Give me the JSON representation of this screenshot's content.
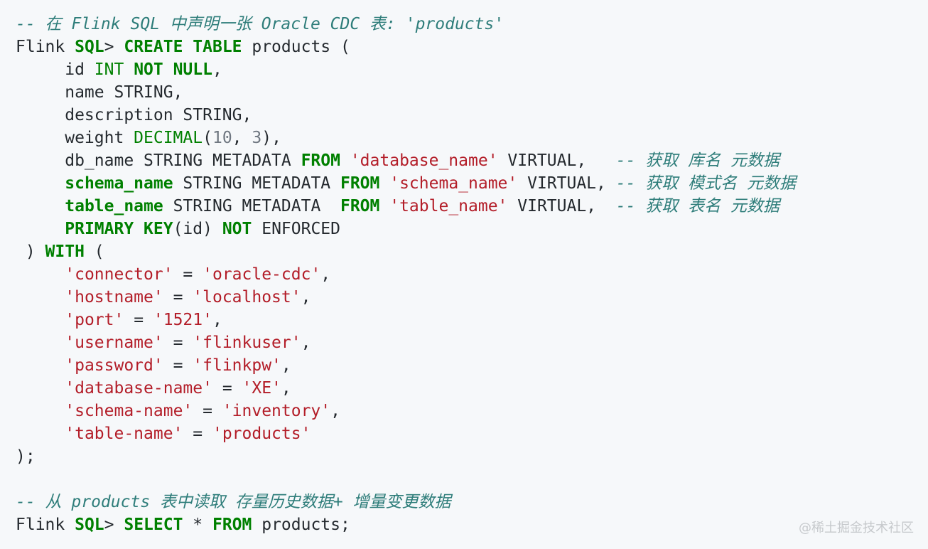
{
  "code": {
    "lines": [
      [
        [
          "comm",
          "-- 在 Flink SQL 中声明一张 Oracle CDC 表: 'products'"
        ]
      ],
      [
        [
          "plain",
          "Flink "
        ],
        [
          "kw",
          "SQL"
        ],
        [
          "plain",
          "> "
        ],
        [
          "kw",
          "CREATE TABLE"
        ],
        [
          "plain",
          " products ("
        ]
      ],
      [
        [
          "plain",
          "     id "
        ],
        [
          "kwn",
          "INT"
        ],
        [
          "plain",
          " "
        ],
        [
          "kw",
          "NOT NULL"
        ],
        [
          "plain",
          ","
        ]
      ],
      [
        [
          "plain",
          "     name STRING,"
        ]
      ],
      [
        [
          "plain",
          "     description STRING,"
        ]
      ],
      [
        [
          "plain",
          "     weight "
        ],
        [
          "kwn",
          "DECIMAL"
        ],
        [
          "plain",
          "("
        ],
        [
          "num",
          "10"
        ],
        [
          "plain",
          ", "
        ],
        [
          "num",
          "3"
        ],
        [
          "plain",
          "),"
        ]
      ],
      [
        [
          "plain",
          "     db_name STRING METADATA "
        ],
        [
          "kw",
          "FROM"
        ],
        [
          "plain",
          " "
        ],
        [
          "str",
          "'database_name'"
        ],
        [
          "plain",
          " VIRTUAL,   "
        ],
        [
          "comm",
          "-- 获取 库名 元数据"
        ]
      ],
      [
        [
          "plain",
          "     "
        ],
        [
          "bold",
          "schema_name"
        ],
        [
          "plain",
          " STRING METADATA "
        ],
        [
          "kw",
          "FROM"
        ],
        [
          "plain",
          " "
        ],
        [
          "str",
          "'schema_name'"
        ],
        [
          "plain",
          " VIRTUAL, "
        ],
        [
          "comm",
          "-- 获取 模式名 元数据"
        ]
      ],
      [
        [
          "plain",
          "     "
        ],
        [
          "bold",
          "table_name"
        ],
        [
          "plain",
          " STRING METADATA  "
        ],
        [
          "kw",
          "FROM"
        ],
        [
          "plain",
          " "
        ],
        [
          "str",
          "'table_name'"
        ],
        [
          "plain",
          " VIRTUAL,  "
        ],
        [
          "comm",
          "-- 获取 表名 元数据"
        ]
      ],
      [
        [
          "plain",
          "     "
        ],
        [
          "kw",
          "PRIMARY KEY"
        ],
        [
          "plain",
          "(id) "
        ],
        [
          "kw",
          "NOT"
        ],
        [
          "plain",
          " ENFORCED"
        ]
      ],
      [
        [
          "plain",
          " ) "
        ],
        [
          "kw",
          "WITH"
        ],
        [
          "plain",
          " ("
        ]
      ],
      [
        [
          "plain",
          "     "
        ],
        [
          "str",
          "'connector'"
        ],
        [
          "plain",
          " = "
        ],
        [
          "str",
          "'oracle-cdc'"
        ],
        [
          "plain",
          ","
        ]
      ],
      [
        [
          "plain",
          "     "
        ],
        [
          "str",
          "'hostname'"
        ],
        [
          "plain",
          " = "
        ],
        [
          "str",
          "'localhost'"
        ],
        [
          "plain",
          ","
        ]
      ],
      [
        [
          "plain",
          "     "
        ],
        [
          "str",
          "'port'"
        ],
        [
          "plain",
          " = "
        ],
        [
          "str",
          "'1521'"
        ],
        [
          "plain",
          ","
        ]
      ],
      [
        [
          "plain",
          "     "
        ],
        [
          "str",
          "'username'"
        ],
        [
          "plain",
          " = "
        ],
        [
          "str",
          "'flinkuser'"
        ],
        [
          "plain",
          ","
        ]
      ],
      [
        [
          "plain",
          "     "
        ],
        [
          "str",
          "'password'"
        ],
        [
          "plain",
          " = "
        ],
        [
          "str",
          "'flinkpw'"
        ],
        [
          "plain",
          ","
        ]
      ],
      [
        [
          "plain",
          "     "
        ],
        [
          "str",
          "'database-name'"
        ],
        [
          "plain",
          " = "
        ],
        [
          "str",
          "'XE'"
        ],
        [
          "plain",
          ","
        ]
      ],
      [
        [
          "plain",
          "     "
        ],
        [
          "str",
          "'schema-name'"
        ],
        [
          "plain",
          " = "
        ],
        [
          "str",
          "'inventory'"
        ],
        [
          "plain",
          ","
        ]
      ],
      [
        [
          "plain",
          "     "
        ],
        [
          "str",
          "'table-name'"
        ],
        [
          "plain",
          " = "
        ],
        [
          "str",
          "'products'"
        ]
      ],
      [
        [
          "plain",
          ");"
        ]
      ],
      [
        [
          "plain",
          ""
        ]
      ],
      [
        [
          "comm",
          "-- 从 products 表中读取 存量历史数据+ 增量变更数据"
        ]
      ],
      [
        [
          "plain",
          "Flink "
        ],
        [
          "kw",
          "SQL"
        ],
        [
          "plain",
          "> "
        ],
        [
          "kw",
          "SELECT"
        ],
        [
          "plain",
          " * "
        ],
        [
          "kw",
          "FROM"
        ],
        [
          "plain",
          " products;"
        ]
      ]
    ]
  },
  "watermark": "@稀土掘金技术社区",
  "colors": {
    "background": "#f6f8fa",
    "keyword": "#008000",
    "string": "#b31d28",
    "comment": "#2e7d7a",
    "text": "#24292e"
  }
}
